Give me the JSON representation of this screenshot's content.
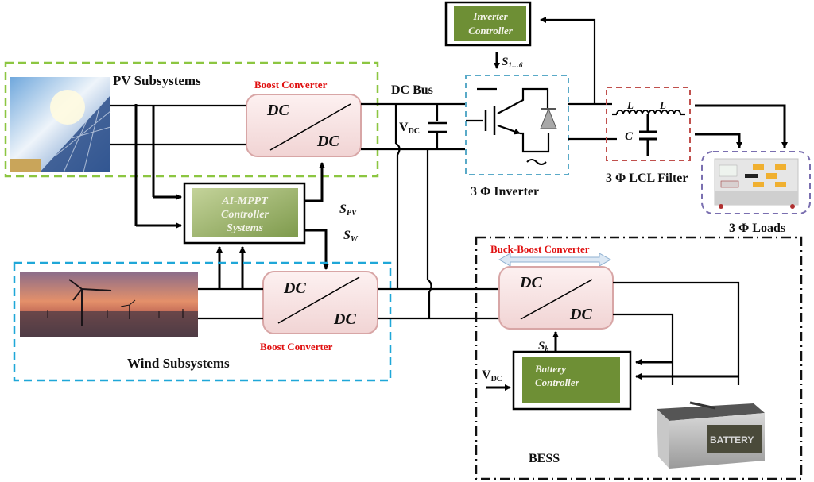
{
  "diagram": {
    "pv": {
      "title": "PV Subsystems",
      "converter_label": "Boost Converter",
      "converter_in": "DC",
      "converter_out": "DC",
      "image": "solar-panel-photo"
    },
    "wind": {
      "title": "Wind  Subsystems",
      "converter_label": "Boost Converter",
      "converter_in": "DC",
      "converter_out": "DC",
      "image": "offshore-wind-farm-photo"
    },
    "mppt": {
      "line1": "AI-MPPT",
      "line2": "Controller",
      "line3": "Systems",
      "signal_pv": "S",
      "signal_pv_sub": "PV",
      "signal_w": "S",
      "signal_w_sub": "W"
    },
    "dc_bus": {
      "title": "DC Bus",
      "vdc": "V",
      "vdc_sub": "DC"
    },
    "inverter": {
      "title": "3 Φ Inverter",
      "controller_line1": "Inverter",
      "controller_line2": "Controller",
      "switch_signal": "S",
      "switch_signal_sub": "1…6"
    },
    "filter": {
      "title": "3 Φ LCL Filter",
      "inductor1": "L",
      "inductor2": "L",
      "capacitor": "C"
    },
    "loads": {
      "title": "3 Φ Loads",
      "image": "three-phase-load-bank-photo"
    },
    "bess": {
      "title": "BESS",
      "converter_label": "Buck-Boost Converter",
      "converter_in": "DC",
      "converter_out": "DC",
      "controller_line1": "Battery",
      "controller_line2": "Controller",
      "signal": "S",
      "signal_sub": "b",
      "vdc": "V",
      "vdc_sub": "DC",
      "battery_label": "BATTERY"
    },
    "colors": {
      "pv_border": "#8cc641",
      "wind_border": "#1fa7d8",
      "inverter_border": "#5aaac8",
      "filter_border": "#c0504d",
      "loads_border": "#7a6fb0",
      "controller_green": "#6e8f35",
      "converter_fill": "#f6e0e0",
      "label_red": "#e01010"
    }
  }
}
